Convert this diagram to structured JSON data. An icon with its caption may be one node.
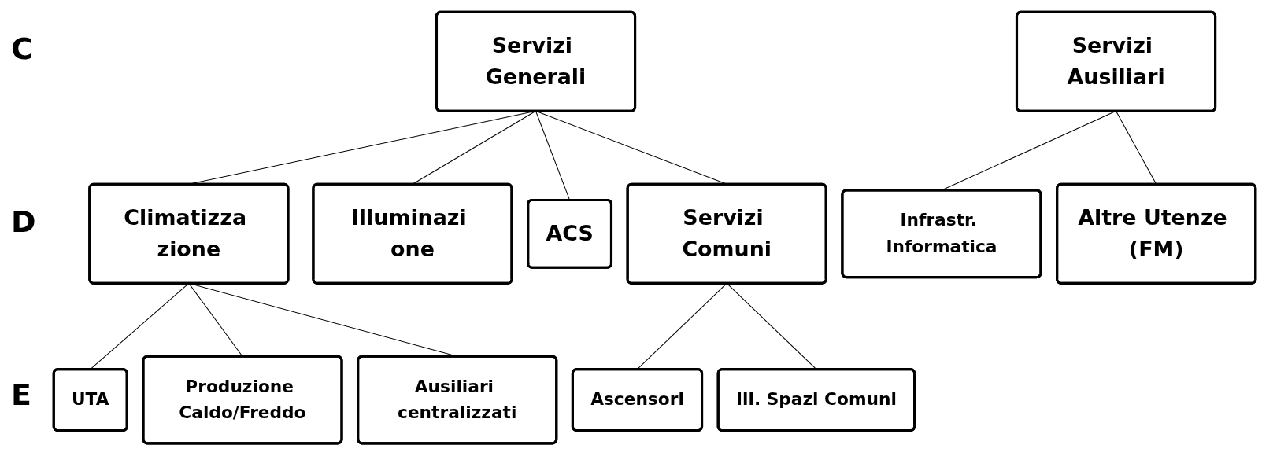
{
  "diagram": {
    "nodes": [
      {
        "text": [
          "Servizi Generali"
        ]
      },
      {
        "text": [
          "Servizi Ausiliari"
        ]
      },
      {
        "text": [
          "Climatizza zione"
        ]
      },
      {
        "text": [
          "Illuminazi one"
        ]
      },
      {
        "text": [
          "ACS"
        ]
      },
      {
        "text": [
          "Servizi Comuni"
        ]
      },
      {
        "text": [
          "Infrastr. Informatica"
        ]
      },
      {
        "text": [
          "Altre Utenze (FM)"
        ]
      },
      {
        "text": [
          "UTA"
        ]
      },
      {
        "text": [
          "Produzione Caldo/Freddo"
        ]
      },
      {
        "text": [
          "Ausiliari centralizzati"
        ]
      },
      {
        "text": [
          "Ascensori"
        ]
      },
      {
        "text": [
          "Ill. Spazi Comuni"
        ]
      }
    ],
    "edges": [
      {
        "from": 0,
        "to": 2,
        "arrow": "none"
      },
      {
        "from": 0,
        "to": 3,
        "arrow": "none"
      },
      {
        "from": 0,
        "to": 4,
        "arrow": "none"
      },
      {
        "from": 0,
        "to": 5,
        "arrow": "none"
      },
      {
        "from": 1,
        "to": 6,
        "arrow": "none"
      },
      {
        "from": 1,
        "to": 7,
        "arrow": "none"
      },
      {
        "from": 2,
        "to": 8,
        "arrow": "none"
      },
      {
        "from": 2,
        "to": 9,
        "arrow": "none"
      },
      {
        "from": 2,
        "to": 10,
        "arrow": "none"
      },
      {
        "from": 5,
        "to": 11,
        "arrow": "none"
      },
      {
        "from": 5,
        "to": 12,
        "arrow": "none"
      }
    ],
    "labels": [
      "C",
      "D",
      "E"
    ]
  }
}
